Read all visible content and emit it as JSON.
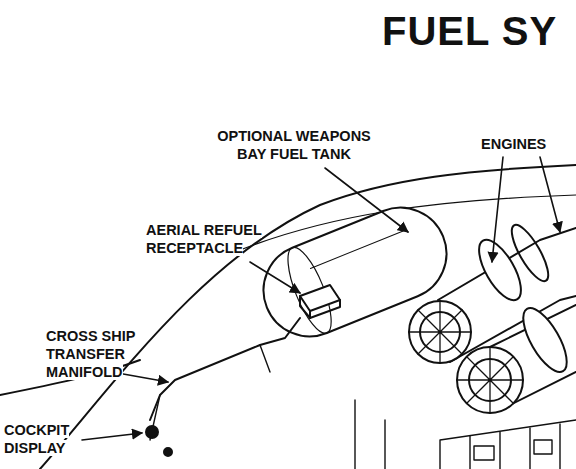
{
  "diagram": {
    "title": "FUEL SY",
    "labels": [
      "OPTIONAL WEAPONS BAY FUEL TANK",
      "ENGINES",
      "AERIAL REFUEL RECEPTACLE",
      "CROSS SHIP TRANSFER MANIFOLD",
      "COCKPIT DISPLAY"
    ]
  }
}
